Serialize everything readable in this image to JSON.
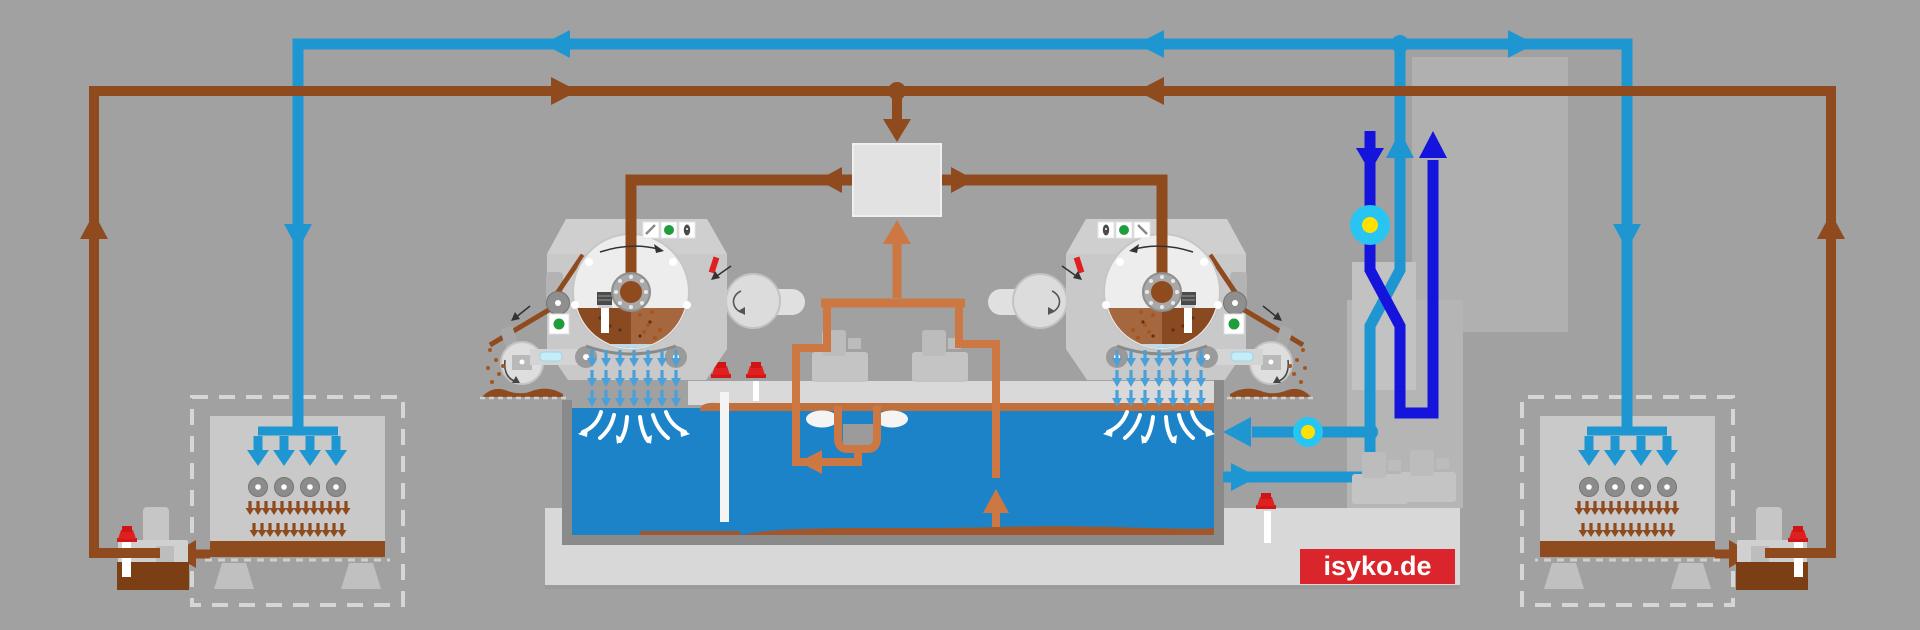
{
  "logo": {
    "text": "isyko.de",
    "background": "#d9252b",
    "text_color": "#ffffff"
  },
  "colors": {
    "bg": "#a1a1a1",
    "pipe_water": "#1e96d2",
    "pipe_fresh": "#1414dd",
    "pipe_sludge": "#8f4a1e",
    "pipe_recovery": "#cd7743",
    "water": "#1d83c8",
    "sediment": "#a2562b",
    "scum": "#c0703d",
    "machine_body": "#c9c9c9",
    "platform": "#d8d8d8",
    "alert_red": "#e02020",
    "pump_marker": "#29c5f2",
    "pump_marker_core": "#ffe000",
    "status_green": "#1f9d3a",
    "logo_bg": "#d9252b",
    "logo_text": "#ffffff"
  },
  "figures": {
    "drum_filters": 2,
    "wash_stations": 2,
    "wash_nozzles_per_station": 4,
    "pump_markers": 2,
    "indicator_lights_per_filter": 3
  },
  "icons": {
    "indicator_panel": [
      "diagonal-mark-icon",
      "green-dot-icon",
      "dark-oval-icon"
    ],
    "pump_marker": "pump-circle-icon",
    "valve": "red-valve-icon"
  }
}
